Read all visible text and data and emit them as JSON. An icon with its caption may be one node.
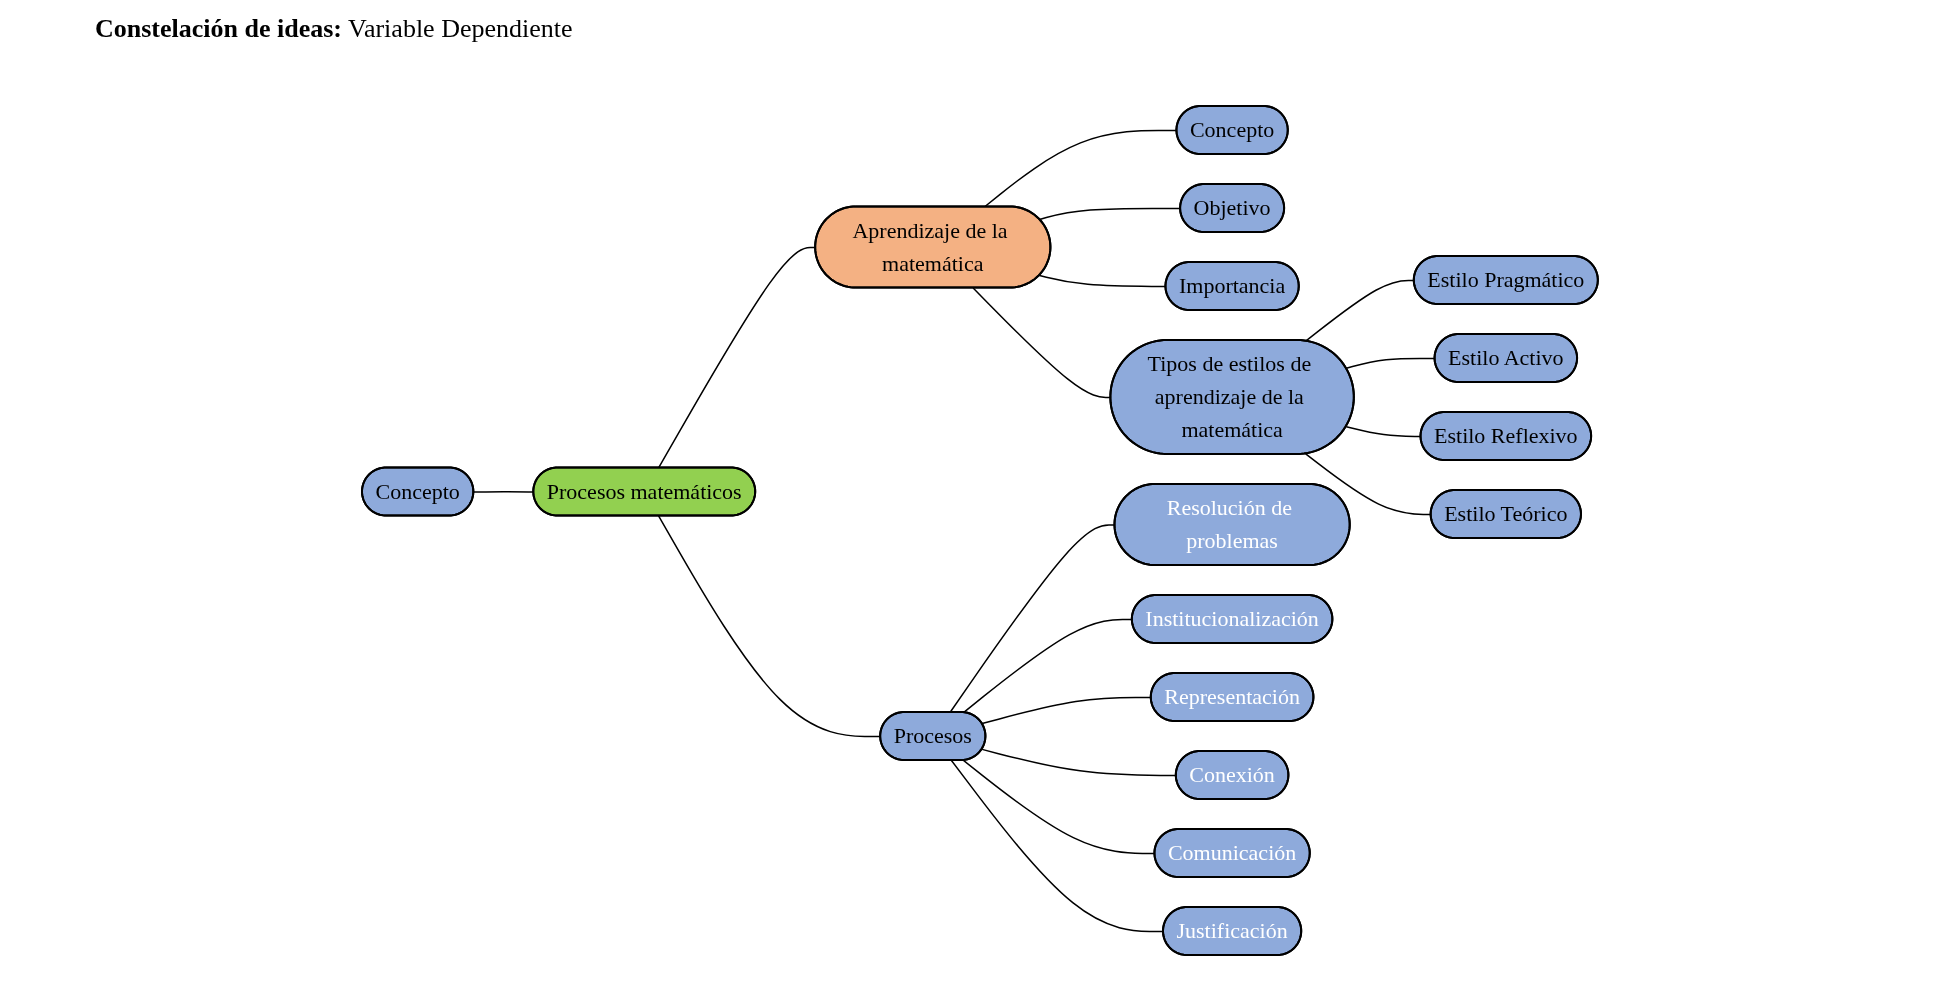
{
  "diagram": {
    "title": "**Constelación de ideas:** Variable Dependiente",
    "nodes": [
      {
        "text": [
          "Concepto"
        ]
      },
      {
        "text": [
          "Procesos matemáticos"
        ]
      },
      {
        "text": [
          "Aprendizaje de la matemática"
        ]
      },
      {
        "text": [
          "Concepto"
        ]
      },
      {
        "text": [
          "Objetivo"
        ]
      },
      {
        "text": [
          "Importancia"
        ]
      },
      {
        "text": [
          "Estilo Pragmático"
        ]
      },
      {
        "text": [
          "Tipos de estilos de aprendizaje de la matemática"
        ]
      },
      {
        "text": [
          "Resolución de problemas"
        ]
      },
      {
        "text": [
          "Procesos"
        ]
      },
      {
        "text": [
          "Institucionalización"
        ]
      },
      {
        "text": [
          "Representación"
        ]
      },
      {
        "text": [
          "Conexión"
        ]
      },
      {
        "text": [
          "Estilo Teórico"
        ]
      },
      {
        "text": [
          "Estilo Activo"
        ]
      },
      {
        "text": [
          "Comunicación"
        ]
      },
      {
        "text": [
          "Justificación"
        ]
      },
      {
        "text": [
          "Estilo Reflexivo"
        ]
      }
    ],
    "edges": [
      {
        "from": 0,
        "to": 1,
        "arrow": "none"
      },
      {
        "from": 1,
        "to": 2,
        "arrow": "none"
      },
      {
        "from": 2,
        "to": 3,
        "arrow": "none"
      },
      {
        "from": 2,
        "to": 4,
        "arrow": "none"
      },
      {
        "from": 2,
        "to": 5,
        "arrow": "none"
      },
      {
        "from": 2,
        "to": 7,
        "arrow": "none"
      },
      {
        "from": 7,
        "to": 6,
        "arrow": "none"
      },
      {
        "from": 1,
        "to": 9,
        "arrow": "none"
      },
      {
        "from": 9,
        "to": 8,
        "arrow": "none"
      },
      {
        "from": 9,
        "to": 10,
        "arrow": "none"
      },
      {
        "from": 9,
        "to": 11,
        "arrow": "none"
      },
      {
        "from": 9,
        "to": 15,
        "arrow": "none"
      },
      {
        "from": 9,
        "to": 16,
        "arrow": "none"
      },
      {
        "from": 9,
        "to": 12,
        "arrow": "none"
      },
      {
        "from": 7,
        "to": 14,
        "arrow": "none"
      },
      {
        "from": 7,
        "to": 17,
        "arrow": "none"
      },
      {
        "from": 7,
        "to": 13,
        "arrow": "none"
      }
    ]
  }
}
